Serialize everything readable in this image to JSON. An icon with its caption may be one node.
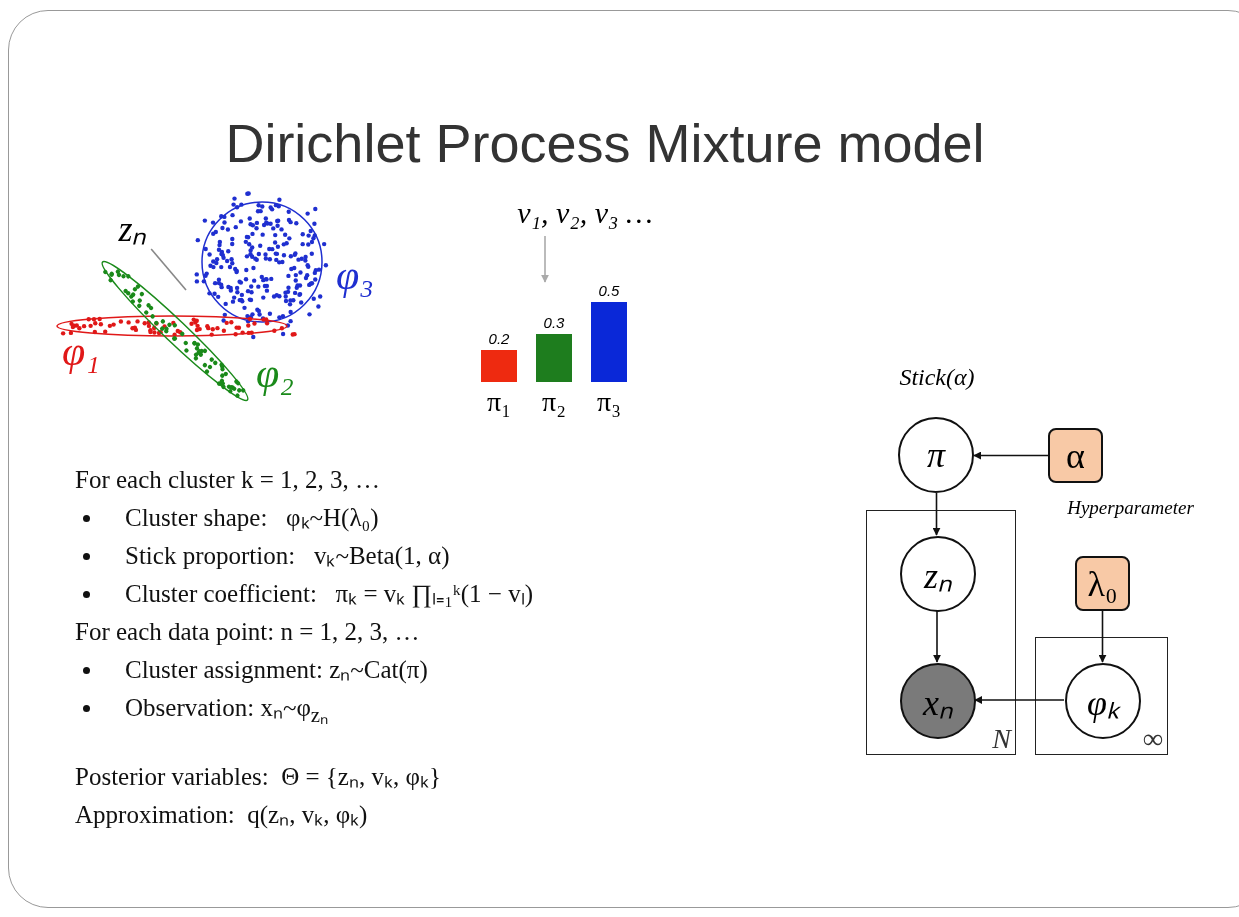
{
  "diagram": {
    "title": "Dirichlet Process Mixture model",
    "nodes": [
      {
        "text": [
          "π"
        ],
        "beside": [
          "Stick(α)"
        ]
      },
      {
        "text": [
          "α"
        ],
        "beside": [
          "Hyperparameter"
        ]
      },
      {
        "text": [
          "N"
        ]
      },
      {
        "text": [
          "zₙ"
        ],
        "in": 2
      },
      {
        "text": [
          "xₙ"
        ],
        "in": 2
      },
      {
        "text": [
          "∞"
        ]
      },
      {
        "text": [
          "φₖ"
        ],
        "in": 5
      },
      {
        "text": [
          "λ₀"
        ]
      },
      {
        "text": [
          "v₁, v₂, v₃ …"
        ]
      },
      {
        "text": [],
        "shape": "picture"
      },
      {
        "text": [
          "zₙ"
        ]
      }
    ],
    "edges": [
      {
        "from": 8,
        "to": 9,
        "arrow": "to",
        "color": "#aaaaaa"
      },
      {
        "from": 10,
        "to": null,
        "arrow": "none",
        "color": "#888888"
      },
      {
        "from": 1,
        "to": 0,
        "arrow": "to"
      },
      {
        "from": 0,
        "to": 3,
        "arrow": "to"
      },
      {
        "from": 3,
        "to": 4,
        "arrow": "to"
      },
      {
        "from": 7,
        "to": 6,
        "arrow": "to"
      },
      {
        "from": 6,
        "to": 4,
        "arrow": "to"
      }
    ],
    "labels": [
      "φ₃",
      "φ₁",
      "φ₂",
      "For each cluster k = 1, 2, 3, …",
      "Cluster shape:   φₖ~H(λ₀)",
      "Stick proportion:   vₖ~Beta(1, α)",
      "Cluster coefficient:   πₖ = vₖ ∏ₗ₌₁ᵏ(1 − vₗ)",
      "For each data point: n = 1, 2, 3, …",
      "Cluster assignment: zₙ~Cat(π)",
      "Observation: xₙ~φ$_{zₙ}$",
      "Posterior variables:  Θ = {zₙ, vₖ, φₖ}",
      "Approximation:  q(zₙ, vₖ, φₖ)"
    ],
    "chart_data": {
      "type": "bar",
      "categories": [
        "π₁",
        "π₂",
        "π₃"
      ],
      "values": [
        0.2,
        0.3,
        0.5
      ],
      "data_labels": true
    }
  }
}
